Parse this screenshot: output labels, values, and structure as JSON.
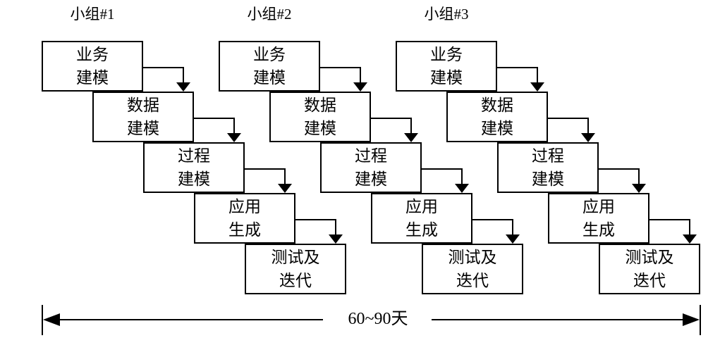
{
  "diagram": {
    "groups": [
      {
        "label": "小组#1"
      },
      {
        "label": "小组#2"
      },
      {
        "label": "小组#3"
      }
    ],
    "stages": [
      {
        "line1": "业务",
        "line2": "建模"
      },
      {
        "line1": "数据",
        "line2": "建模"
      },
      {
        "line1": "过程",
        "line2": "建模"
      },
      {
        "line1": "应用",
        "line2": "生成"
      },
      {
        "line1": "测试及",
        "line2": "迭代"
      }
    ],
    "timeline": {
      "label": "60~90天"
    }
  },
  "colors": {
    "line": "#000000",
    "box_border": "#000000",
    "box_fill": "#ffffff",
    "background": "#ffffff",
    "text": "#000000"
  }
}
